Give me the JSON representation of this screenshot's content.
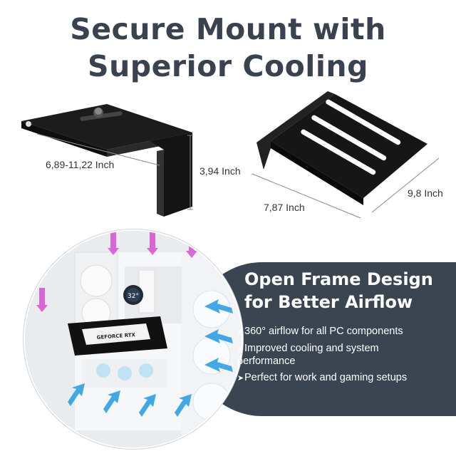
{
  "headline": {
    "line1": "Secure Mount with",
    "line2": "Superior Cooling"
  },
  "dimensions": {
    "width_range": "6,89-11,22 Inch",
    "height": "3,94 Inch",
    "depth": "7,87 Inch",
    "length": "9,8 Inch"
  },
  "gpu_label": "GEFORCE RTX",
  "cooler_temp": "32°",
  "panel": {
    "title_line1": "Open Frame Design",
    "title_line2": "for Better Airflow",
    "features": [
      {
        "line1": "360° airflow for all PC components",
        "line2": ""
      },
      {
        "line1": "Improved cooling and system",
        "line2": "performance"
      },
      {
        "line1": "Perfect for work and gaming setups",
        "line2": ""
      }
    ]
  },
  "colors": {
    "title": "#3a4250",
    "panel_bg": "#3b4552",
    "airflow_blue": "#2ea0e6",
    "airflow_pink": "#d64fd0",
    "bracket": "#1a1a1a"
  }
}
